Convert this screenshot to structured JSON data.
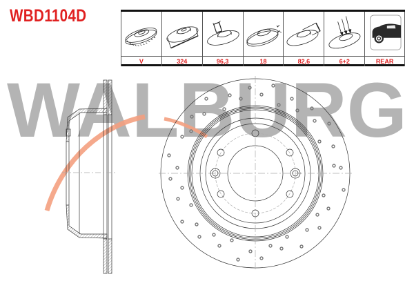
{
  "header": {
    "part_code": "WBD1104D"
  },
  "spec_table": {
    "columns": [
      {
        "icon": "vented-disc-icon",
        "value": "V",
        "meaning": "disc type"
      },
      {
        "icon": "outer-diameter-icon",
        "value": "324",
        "meaning": "diameter"
      },
      {
        "icon": "center-bore-icon",
        "value": "96,3",
        "meaning": "center bore"
      },
      {
        "icon": "thickness-icon",
        "value": "18",
        "meaning": "thickness"
      },
      {
        "icon": "height-icon",
        "value": "82,6",
        "meaning": "height"
      },
      {
        "icon": "bolt-holes-icon",
        "value": "6+2",
        "meaning": "holes"
      },
      {
        "icon": "rear-car-icon",
        "value": "REAR",
        "meaning": "axle position"
      }
    ]
  },
  "watermark": {
    "text": "WALBURG"
  },
  "colors": {
    "accent_red": "#e02020",
    "watermark_gray": "#b4b4b4",
    "arc_orange": "#f4a080",
    "line_dark": "#333333"
  }
}
